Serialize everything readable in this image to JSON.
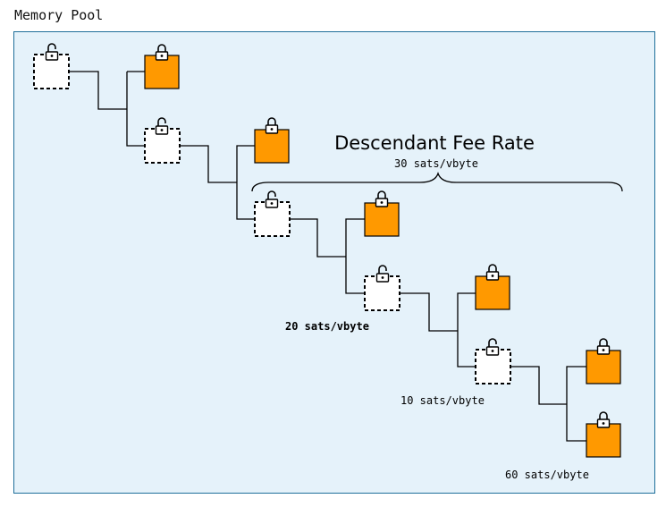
{
  "title": "Memory Pool",
  "heading": "Descendant Fee Rate",
  "labels": {
    "brace_rate": "30 sats/vbyte",
    "rate_20": "20 sats/vbyte",
    "rate_10": "10 sats/vbyte",
    "rate_60": "60 sats/vbyte"
  },
  "icons": {
    "unlocked": "unlocked-padlock-icon",
    "locked": "locked-padlock-icon"
  },
  "colors": {
    "pool_background": "#e5f2fa",
    "pool_border": "#1f6f9a",
    "confirmed_fill": "#ff9900",
    "line": "#000000"
  }
}
